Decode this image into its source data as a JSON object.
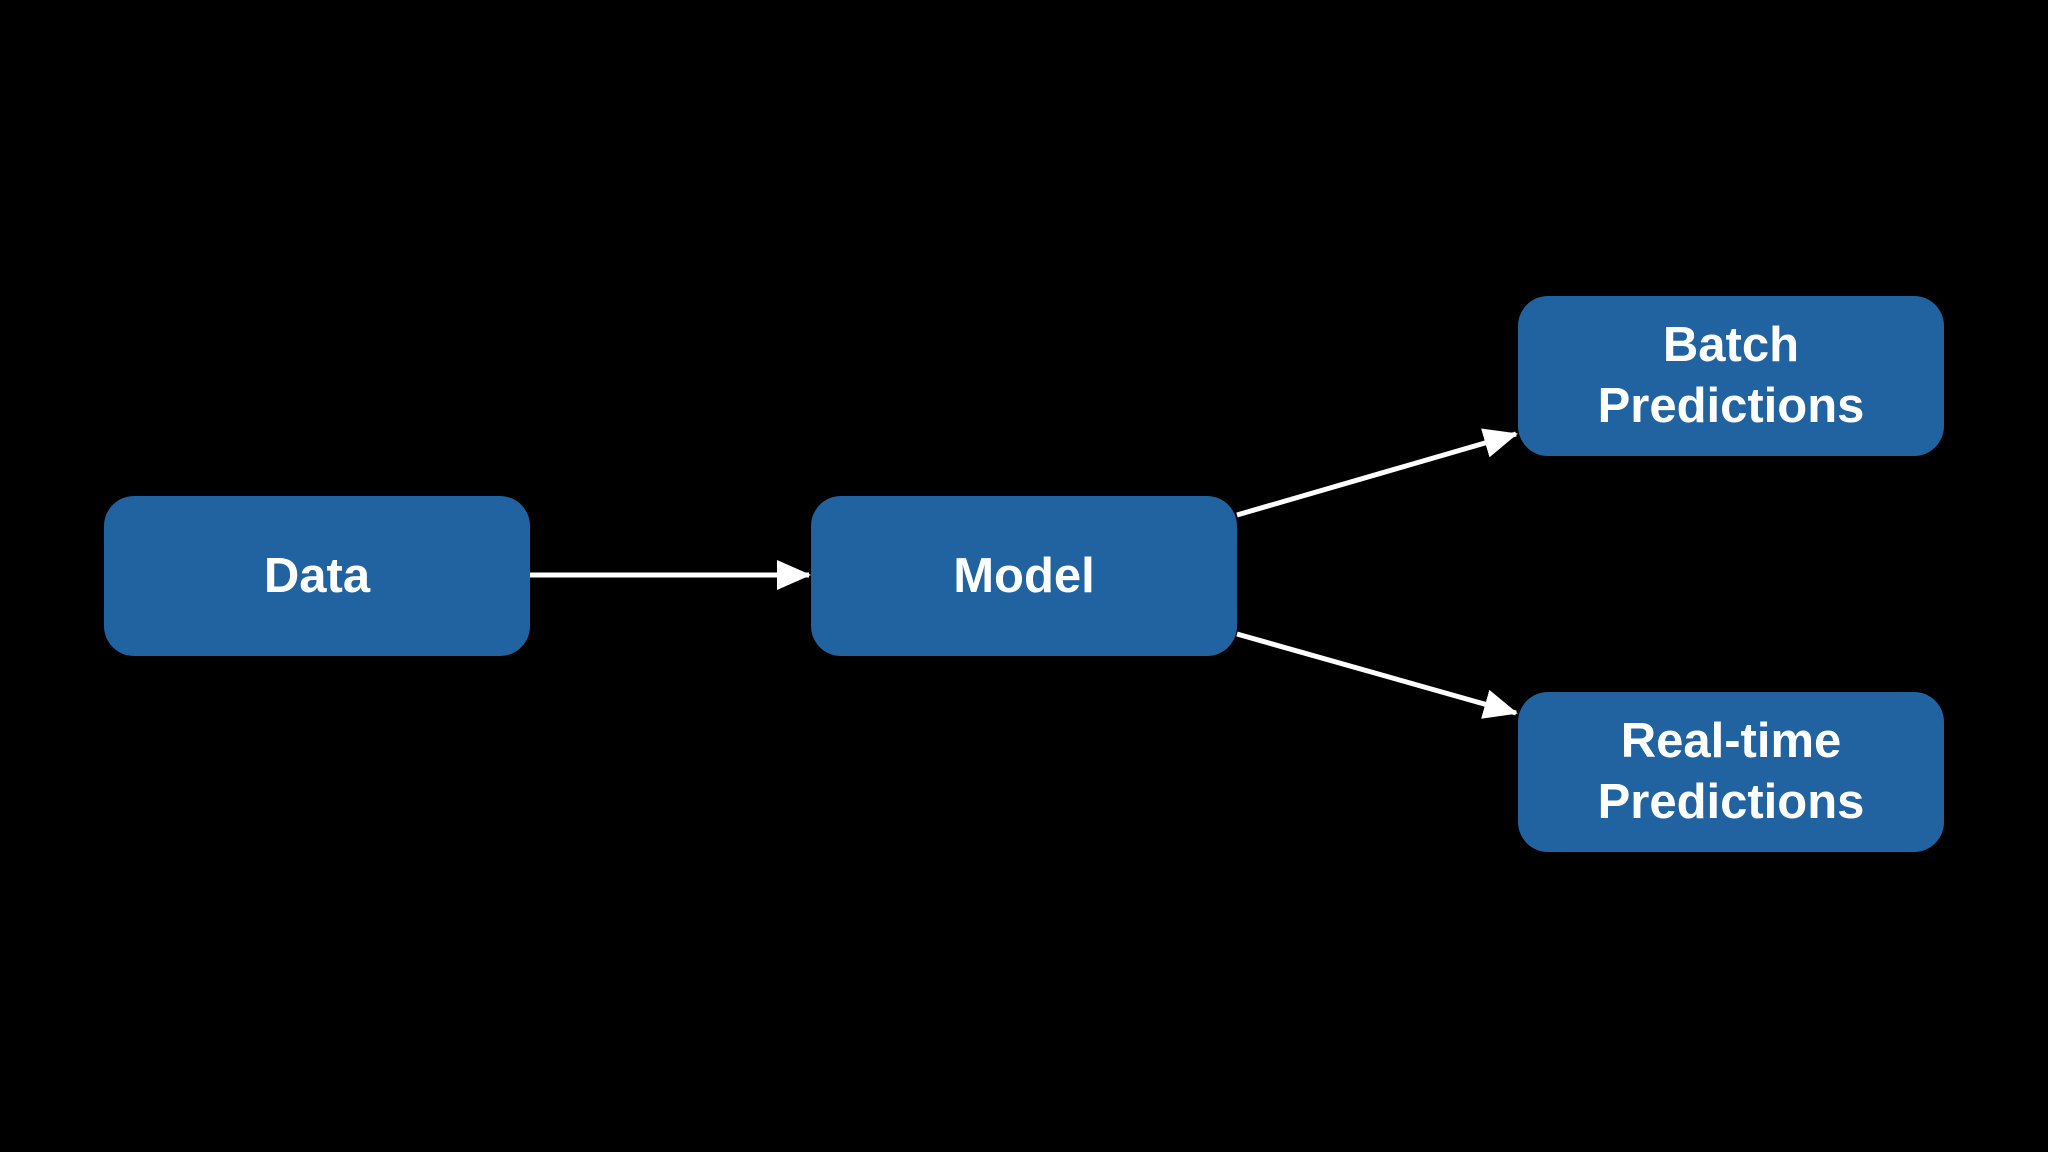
{
  "colors": {
    "background": "#000000",
    "node_fill": "#2063a0",
    "node_text": "#ffffff",
    "arrow": "#ffffff"
  },
  "nodes": {
    "data": {
      "label": "Data"
    },
    "model": {
      "label": "Model"
    },
    "batch": {
      "label": "Batch\nPredictions"
    },
    "realtime": {
      "label": "Real-time\nPredictions"
    }
  },
  "edges": [
    {
      "from": "data",
      "to": "model"
    },
    {
      "from": "model",
      "to": "batch"
    },
    {
      "from": "model",
      "to": "realtime"
    }
  ]
}
